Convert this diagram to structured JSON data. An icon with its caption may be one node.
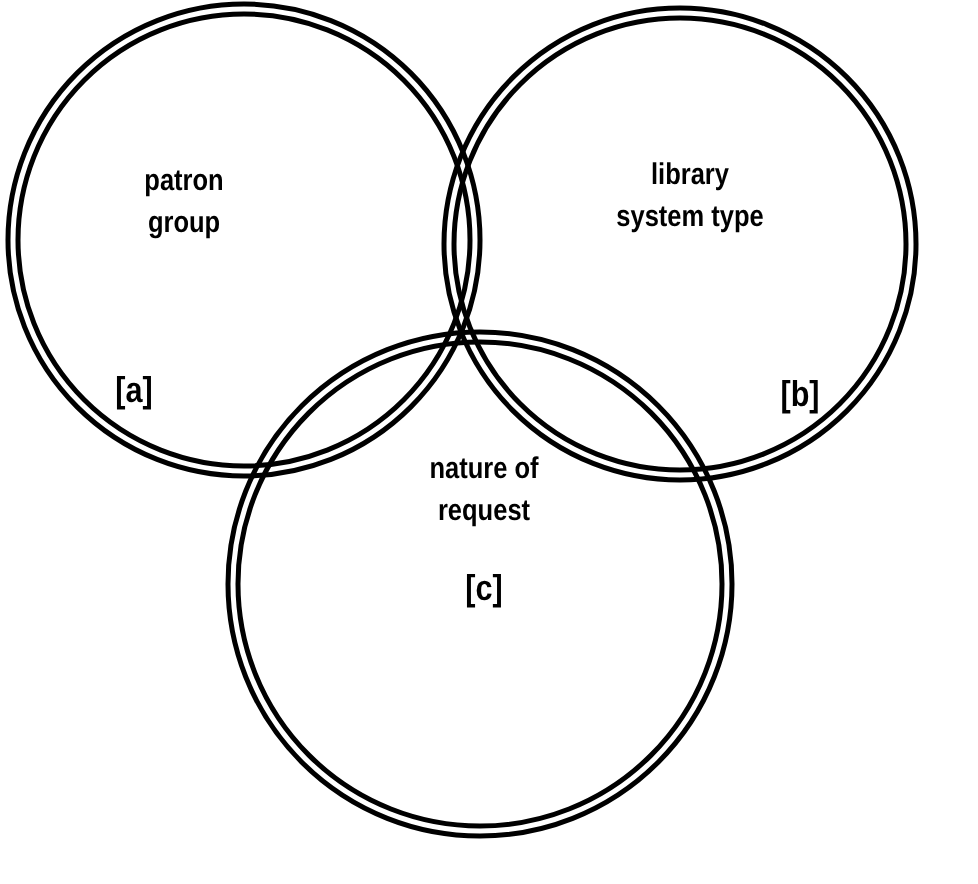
{
  "diagram": {
    "nodes": [
      {
        "text": [
          "patron group",
          "[a]"
        ]
      },
      {
        "text": [
          "library system type",
          "[b]"
        ]
      },
      {
        "text": [
          "nature of request",
          "[c]"
        ]
      }
    ]
  }
}
